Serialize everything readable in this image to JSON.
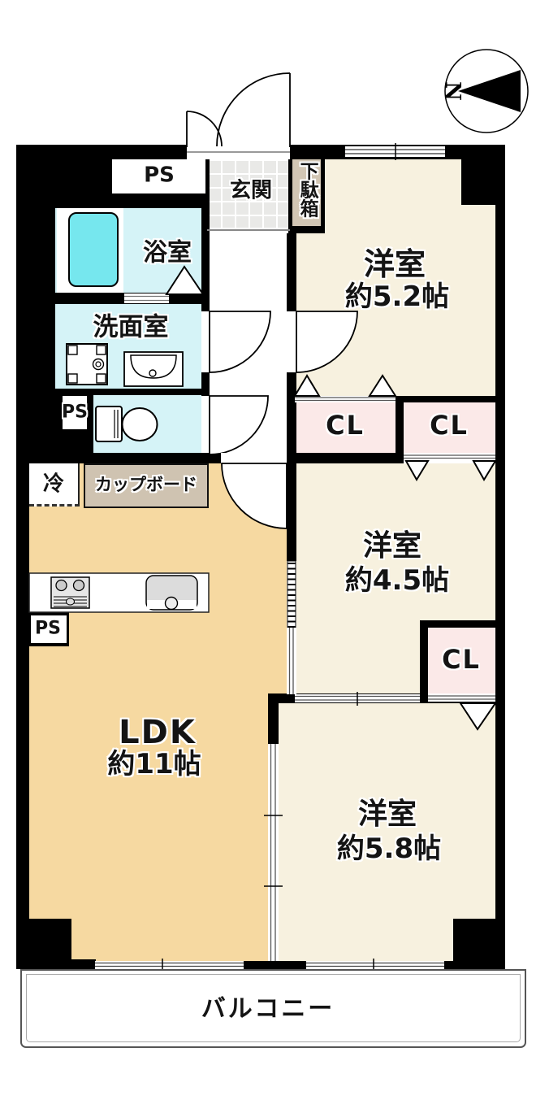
{
  "compass": {
    "north_label": "N"
  },
  "rooms": {
    "pipe_space_top": "PS",
    "bathroom": "浴室",
    "entrance": "玄関",
    "shoe_cabinet": "下駄箱",
    "washroom": "洗面室",
    "pipe_space_mid": "PS",
    "fridge": "冷",
    "cupboard": "カップボード",
    "pipe_space_kitchen": "PS",
    "closet_1": "CL",
    "closet_2": "CL",
    "closet_3": "CL",
    "western_room_1": {
      "name": "洋室",
      "size": "約5.2帖"
    },
    "western_room_2": {
      "name": "洋室",
      "size": "約4.5帖"
    },
    "western_room_3": {
      "name": "洋室",
      "size": "約5.8帖"
    },
    "ldk": {
      "name": "LDK",
      "size": "約11帖"
    },
    "balcony": "バルコニー"
  },
  "colors": {
    "wall": "#000000",
    "ldk_floor": "#F6D9A1",
    "western_room_floor": "#F7F1DF",
    "closet_fill": "#FBE9E8",
    "wet_area_fill": "#D5F3F7",
    "bathtub_fill": "#76E7EE",
    "entrance_tile": "#E9E9E7",
    "cabinet_fill": "#D2C6B4",
    "balcony_border": "#555555"
  }
}
